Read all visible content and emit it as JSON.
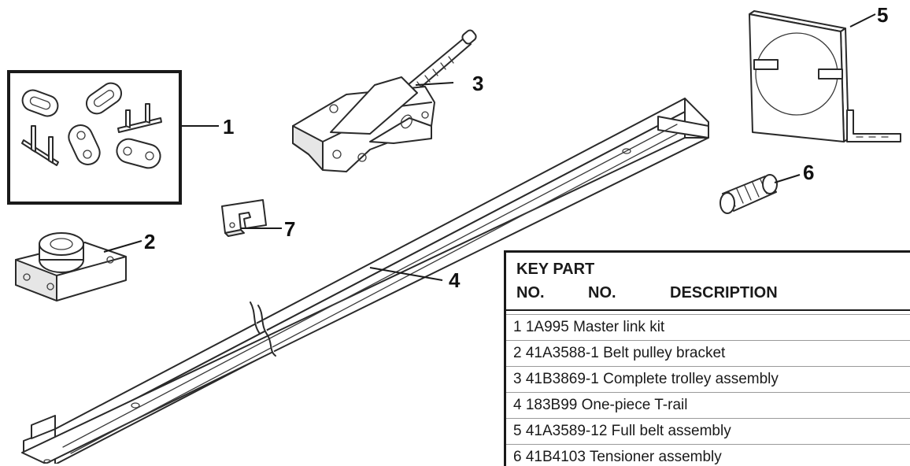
{
  "callouts": {
    "c1": "1",
    "c2": "2",
    "c3": "3",
    "c4": "4",
    "c5": "5",
    "c6": "6",
    "c7": "7"
  },
  "table": {
    "header_line1": "KEY PART",
    "header_key_no": "NO.",
    "header_part_no": "NO.",
    "header_description": "DESCRIPTION",
    "rows": [
      "1 1A995 Master link kit",
      "2 41A3588-1 Belt pulley bracket",
      "3 41B3869-1 Complete trolley assembly",
      "4 183B99 One-piece T-rail",
      "5 41A3589-12 Full belt assembly",
      "6 41B4103 Tensioner assembly"
    ]
  }
}
